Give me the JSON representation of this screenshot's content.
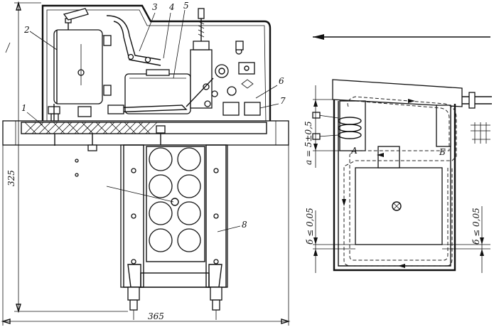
{
  "callouts": {
    "n1": "1",
    "n2": "2",
    "n3": "3",
    "n4": "4",
    "n5": "5",
    "n6": "6",
    "n7": "7",
    "n8": "8"
  },
  "dimensions": {
    "height": "325",
    "width": "365",
    "gap_a": "a = 5±0,5",
    "gap_b_left": "б ≤ 0,05",
    "gap_b_right": "б ≤ 0,05"
  },
  "points": {
    "A": "А",
    "B": "Б"
  }
}
